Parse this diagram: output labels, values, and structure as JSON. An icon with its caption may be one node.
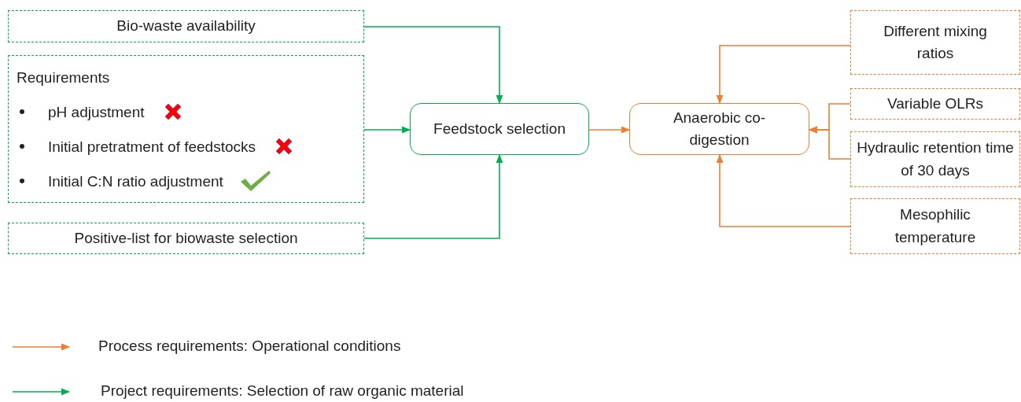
{
  "diagram": {
    "nodes": [
      {
        "text": [
          "Bio-waste availability"
        ]
      },
      {
        "text": [
          "Requirements",
          "pH adjustment",
          "Initial pretratment of feedstocks",
          "Initial C:N ratio adjustment"
        ]
      },
      {
        "text": [
          "Positive-list for biowaste selection"
        ]
      },
      {
        "text": [
          "Feedstock selection"
        ]
      },
      {
        "text": [
          "Anaerobic co-digestion"
        ]
      },
      {
        "text": [
          "Different mixing ratios"
        ]
      },
      {
        "text": [
          "Variable OLRs"
        ]
      },
      {
        "text": [
          "Hydraulic retention time of 30 days"
        ]
      },
      {
        "text": [
          "Mesophilic temperature"
        ]
      }
    ],
    "edges": [
      {
        "from": 0,
        "to": 3,
        "arrow": "to",
        "color": "#00b050"
      },
      {
        "from": 1,
        "to": 3,
        "arrow": "to",
        "color": "#00b050"
      },
      {
        "from": 2,
        "to": 3,
        "arrow": "to",
        "color": "#00b050"
      },
      {
        "from": 3,
        "to": 4,
        "arrow": "to"
      },
      {
        "from": 5,
        "to": 4,
        "arrow": "to"
      },
      {
        "from": 6,
        "to": 4,
        "arrow": "to"
      },
      {
        "from": 7,
        "to": 4,
        "arrow": "to"
      },
      {
        "from": 8,
        "to": 4,
        "arrow": "to"
      }
    ],
    "legend": [
      {
        "text": "Process requirements: Operational conditions"
      },
      {
        "text": "Project requirements: Selection of raw organic material"
      }
    ]
  }
}
